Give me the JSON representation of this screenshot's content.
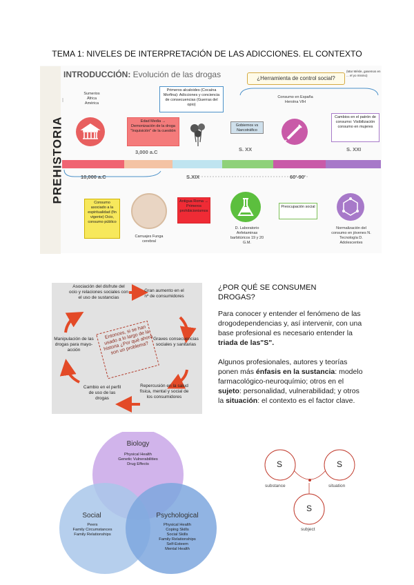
{
  "title": "TEMA 1: NIVELES DE INTERPRETACIÓN DE LAS ADICCIONES. EL CONTEXTO",
  "timeline": {
    "intro_bold": "INTRODUCCIÓN:",
    "intro_rest": " Evolución de las drogas",
    "side_label": "PREHISTORIA",
    "herramienta": "¿Herramienta de control social?",
    "corner_note": "(Mar Mésle, gasemos en ... el yo mismo)",
    "sumerios": "Sumerios\nÁfrica\nAmérica",
    "primeros": "Primeros alcaloides (Cocaína Morfina): Adicciones y conciencia de consecuencias (Guerras del opio)",
    "consumo_espana": "Consumo en España Heroína VIH",
    "edad_media": "Edad Media → Demonización de la droga \"Inquisición\" de la cuestión",
    "gobiernos": "Gobiernos vs Narcotráfico",
    "cambios": "Cambios en el patrón de consumo: Visibilización consumo en mujeres",
    "date_3000": "3,000 a.C",
    "date_10000": "10,000 a.C",
    "date_sxix": "S.XIX",
    "date_sxx": "S. XX",
    "date_6090": "60'-90'",
    "date_sxxi": "S. XXI",
    "consumo_espiritualidad": "Consumo asociado a la espiritualidad (fin vigente) Ocio, consumo público",
    "carruajes": "Carruajes Funga cerebral",
    "antigua_roma": "Antigua Roma → Primeros prohibicionismos",
    "laboratorio": "D. Laboratorio Anfetaminas barbitúricos 19 y 20 G.M.",
    "preocupacion": "Preocupación social",
    "normalizacion": "Normalización del consumo en jóvenes N. Tecnología D. Adolescentes",
    "bar_colors": [
      "#f06472",
      "#f4c3a4",
      "#bfe4f0",
      "#8fd17a",
      "#c95aa8",
      "#a779c9"
    ]
  },
  "cycle": {
    "asociacion": "Asociación del disfrute del ocio y relaciones sociales con el uso de sustancias",
    "gran_aumento": "Gran aumento en el nº de consumidores",
    "graves": "Graves consecuencias sociales y sanitarias",
    "repercusion": "Repercusión en la salud física, mental y social de los consumidores",
    "cambio": "Cambio en el perfil de uso de las drogas",
    "manipulacion": "Manipulación de las drogas para mayo-acción",
    "center": "Entonces, si se han usado a lo largo de la historia ¿Por qué ahora son un problema?"
  },
  "why": {
    "heading": "¿POR QUÉ SE CONSUMEN DROGAS?",
    "p1_a": "Para conocer y entender el fenómeno de las drogodependencias y, así intervenir, con una base profesional es necesario entender la ",
    "p1_b": "triada de las\"S\".",
    "p2_a": "Algunos profesionales, autores y teorías ponen más ",
    "p2_b": "énfasis en la sustancia",
    "p2_c": ": modelo farmacológico-neuroquímio; otros en el ",
    "p2_d": "sujeto",
    "p2_e": ": personalidad, vulnerabilidad; y otros la ",
    "p2_f": "situación",
    "p2_g": ": el contexto es el factor clave."
  },
  "venn": {
    "biology": "Biology",
    "biology_items": "Physical Health\nGenetic Vulnerabilities\nDrug Effects",
    "social": "Social",
    "social_items": "Peers\nFamily Circumstances\nFamily Relationships",
    "psychological": "Psychological",
    "psych_items": "Physical Health\nCoping Skills\nSocial Skills\nFamily Relationships\nSelf-Esteem\nMental Health",
    "colors": {
      "biology": "#c9a7e8",
      "social": "#9fc2ea",
      "psychological": "#7ea7de"
    }
  },
  "triad": {
    "s1": "S",
    "s2": "S",
    "s3": "S",
    "substance": "substance",
    "situation": "situation",
    "subject": "subject",
    "color": "#c0392b"
  }
}
